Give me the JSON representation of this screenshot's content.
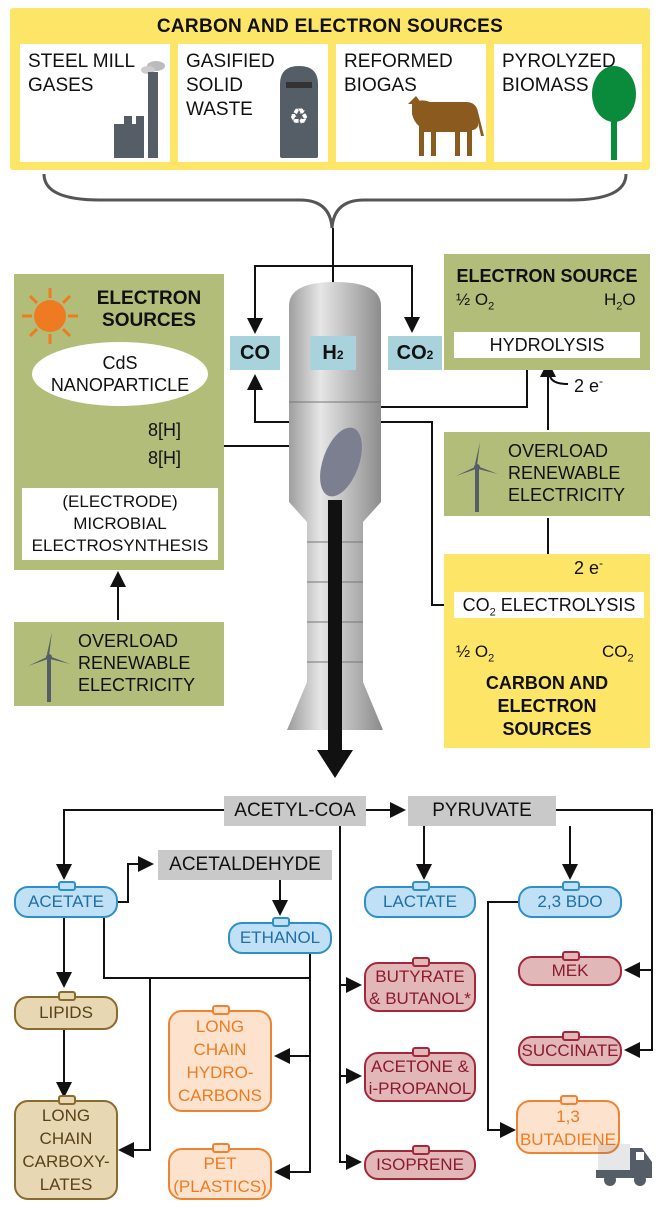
{
  "top": {
    "title": "CARBON AND ELECTRON SOURCES",
    "cards": [
      {
        "line1": "STEEL MILL",
        "line2": "GASES",
        "line3": ""
      },
      {
        "line1": "GASIFIED",
        "line2": "SOLID",
        "line3": "WASTE"
      },
      {
        "line1": "REFORMED",
        "line2": "BIOGAS",
        "line3": ""
      },
      {
        "line1": "PYROLYZED",
        "line2": "BIOMASS",
        "line3": ""
      }
    ]
  },
  "gases": {
    "co": "CO",
    "h2": "H",
    "h2_sub": "2",
    "co2": "CO",
    "co2_sub": "2"
  },
  "left_panel": {
    "title1": "ELECTRON",
    "title2": "SOURCES",
    "cds1": "CdS",
    "cds2": "NANOPARTICLE",
    "h_top": "8[H]",
    "h_bottom": "8[H]",
    "mes1": "(ELECTRODE)",
    "mes2": "MICROBIAL",
    "mes3": "ELECTROSYNTHESIS"
  },
  "left_renew": {
    "l1": "OVERLOAD",
    "l2": "RENEWABLE",
    "l3": "ELECTRICITY"
  },
  "right_top": {
    "title": "ELECTRON SOURCE",
    "o2": "½ O",
    "o2_sub": "2",
    "h2o_a": "H",
    "h2o_sub": "2",
    "h2o_b": "O",
    "process": "HYDROLYSIS",
    "electrons": "2 e",
    "electrons_sup": "-"
  },
  "right_renew": {
    "l1": "OVERLOAD",
    "l2": "RENEWABLE",
    "l3": "ELECTRICITY"
  },
  "right_bottom": {
    "electrons": "2 e",
    "electrons_sup": "-",
    "process_a": "CO",
    "process_sub": "2",
    "process_b": " ELECTROLYSIS",
    "o2": "½ O",
    "o2_sub": "2",
    "co2": "CO",
    "co2_sub": "2",
    "title1": "CARBON AND",
    "title2": "ELECTRON",
    "title3": "SOURCES"
  },
  "pathway": {
    "acetyl": "ACETYL-COA",
    "pyruvate": "PYRUVATE",
    "acetaldehyde": "ACETALDEHYDE"
  },
  "products": {
    "acetate": "ACETATE",
    "ethanol": "ETHANOL",
    "lactate": "LACTATE",
    "bdo": "2,3 BDO",
    "lipids": "LIPIDS",
    "lcc": [
      "LONG",
      "CHAIN",
      "CARBOXY-",
      "LATES"
    ],
    "lch": [
      "LONG",
      "CHAIN",
      "HYDRO-",
      "CARBONS"
    ],
    "pet": [
      "PET",
      "(PLASTICS)"
    ],
    "butyrate": [
      "BUTYRATE",
      "& BUTANOL*"
    ],
    "acetone": [
      "ACETONE &",
      "i-PROPANOL"
    ],
    "isoprene": "ISOPRENE",
    "mek": "MEK",
    "succinate": "SUCCINATE",
    "butadiene": [
      "1,3",
      "BUTADIENE"
    ]
  },
  "colors": {
    "yellow": "#fde567",
    "green": "#b3bd7a",
    "gas_blue": "#a8d3dc",
    "blue": "#2f8fc9",
    "red": "#a2283a",
    "orange": "#ee8431",
    "tan": "#8a6b2e"
  }
}
